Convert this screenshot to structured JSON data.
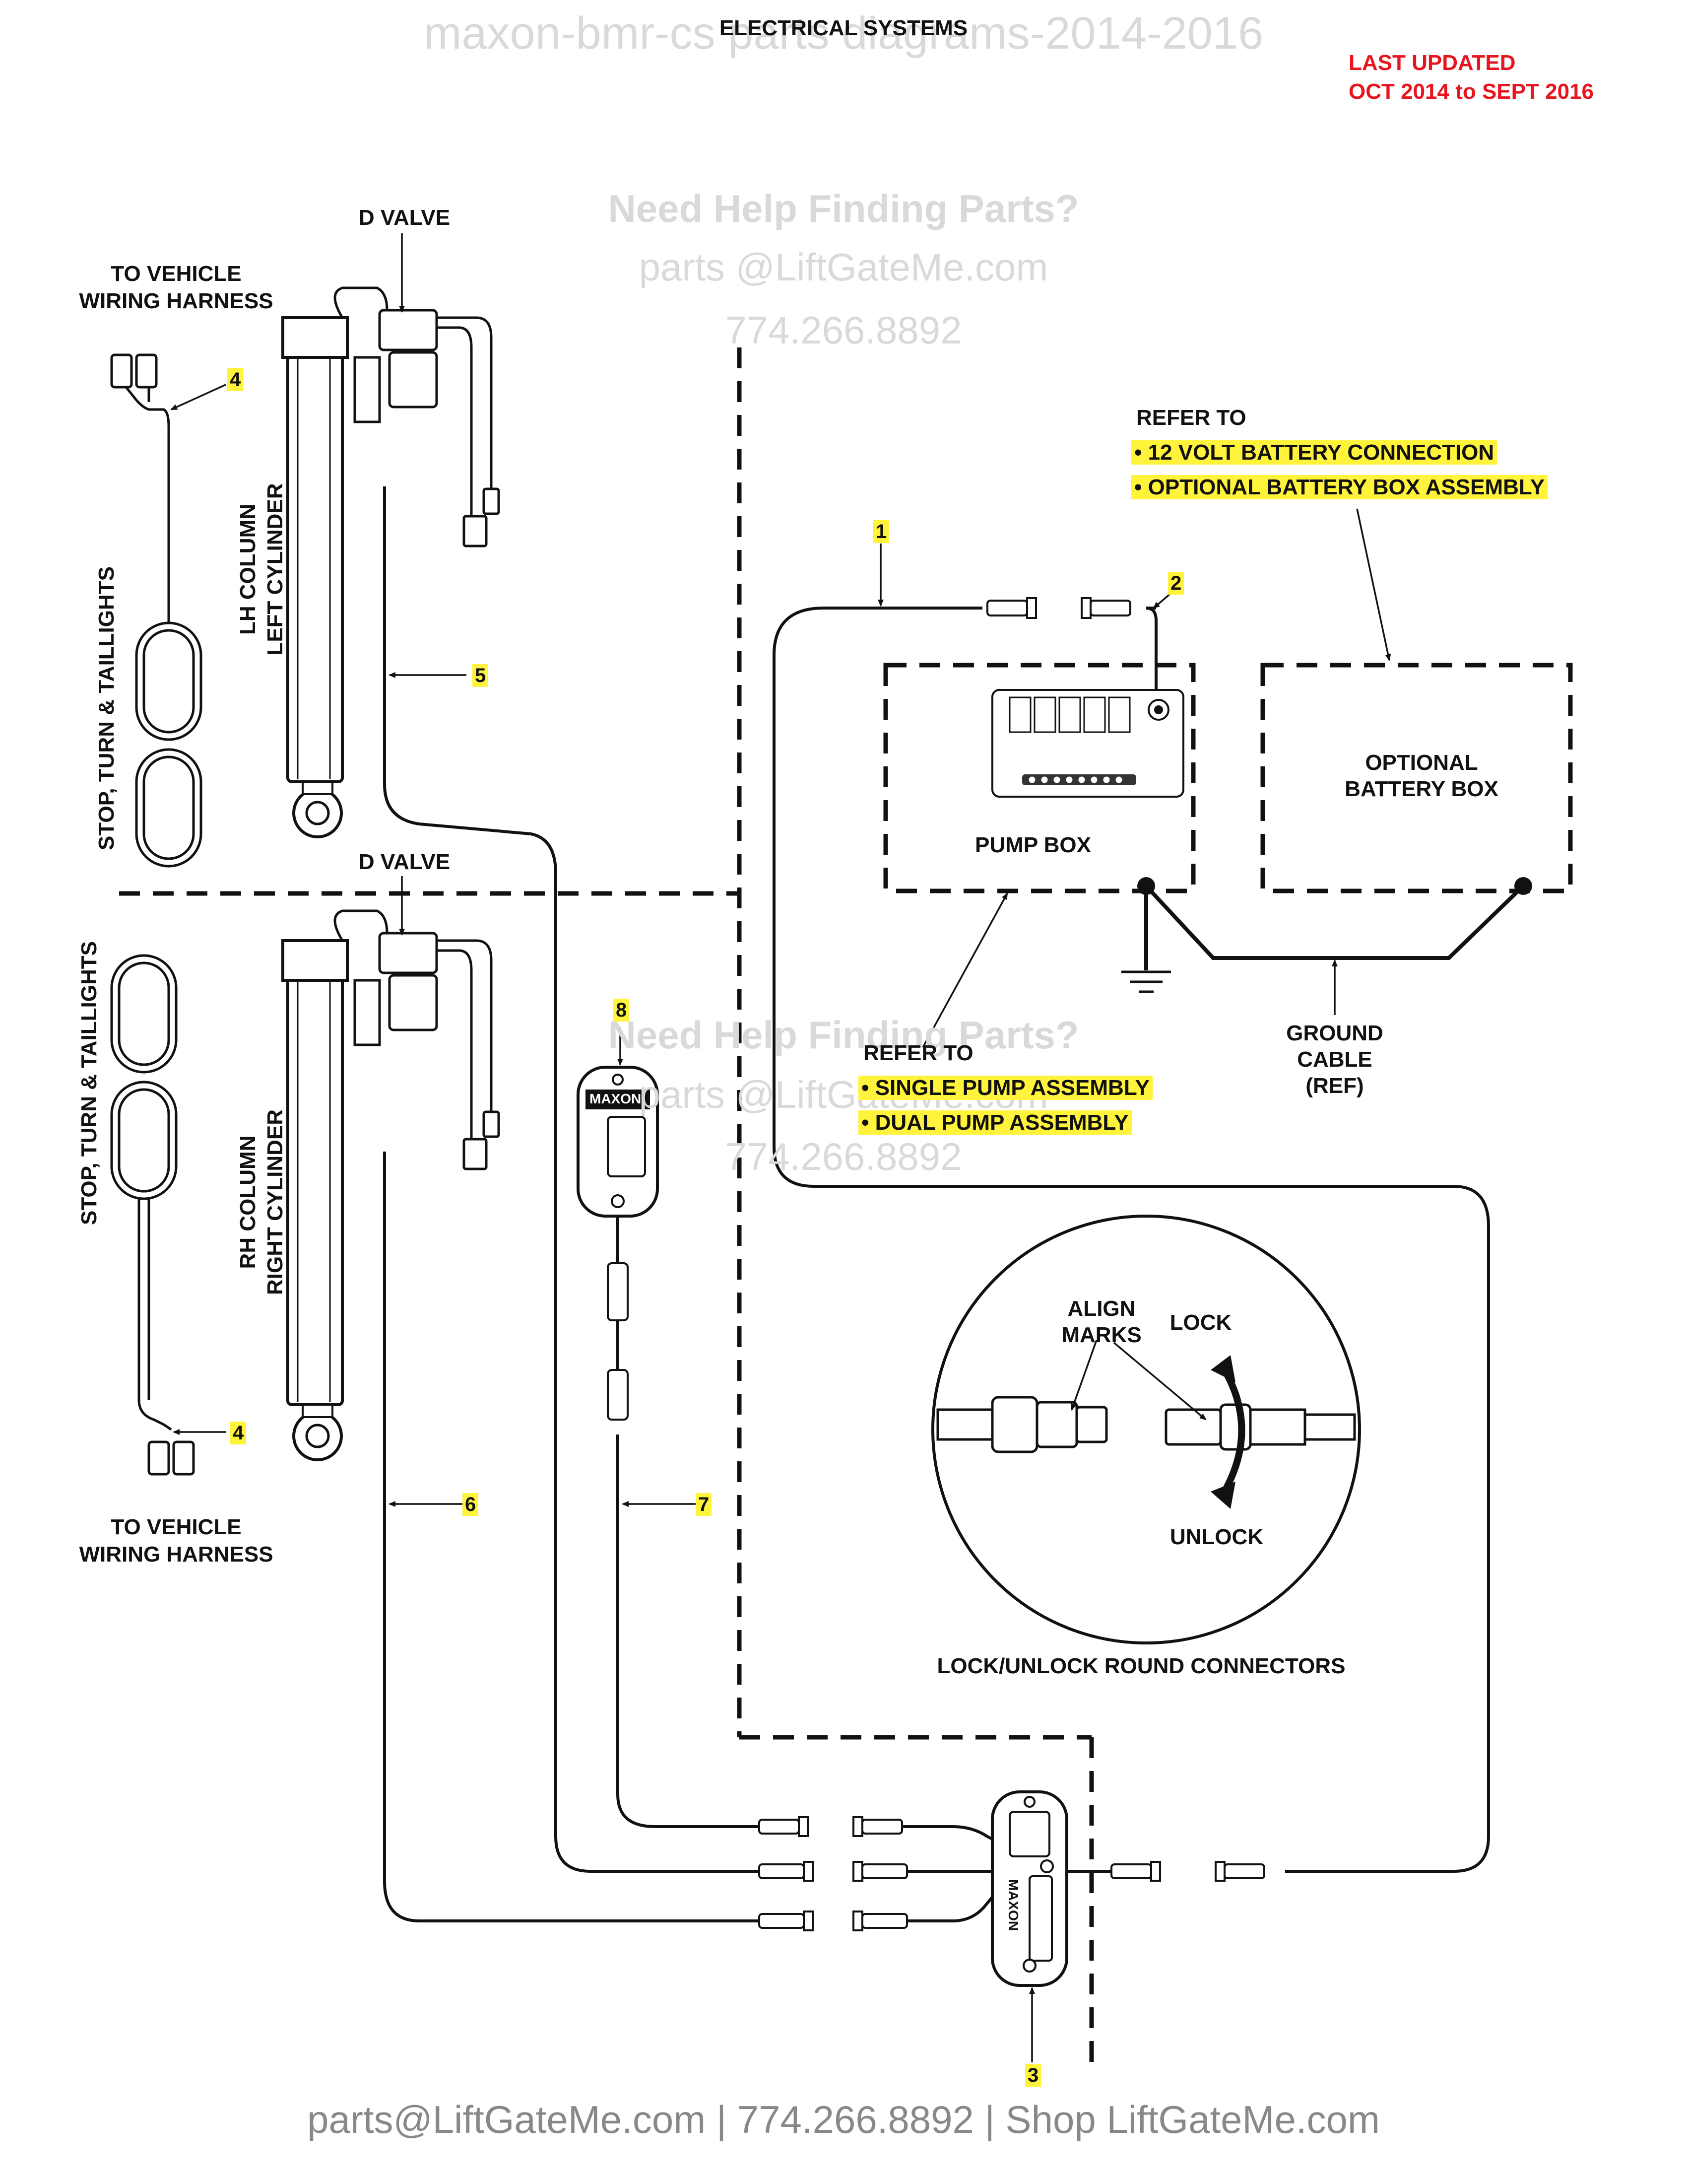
{
  "page": {
    "title": "ELECTRICAL SYSTEMS",
    "last_updated_line1": "LAST UPDATED",
    "last_updated_line2": "OCT 2014 to SEPT 2016"
  },
  "watermark": {
    "top_text": "maxon-bmr-cs parts diagrams-2014-2016",
    "help_heading": "Need Help Finding Parts?",
    "help_email": "parts @LiftGateMe.com",
    "help_phone": "774.266.8892"
  },
  "labels": {
    "d_valve_top": "D VALVE",
    "d_valve_bottom": "D VALVE",
    "to_vehicle_top_1": "TO VEHICLE",
    "to_vehicle_top_2": "WIRING HARNESS",
    "to_vehicle_bottom_1": "TO VEHICLE",
    "to_vehicle_bottom_2": "WIRING HARNESS",
    "lights_top": "STOP, TURN & TAILLIGHTS",
    "lights_bottom": "STOP, TURN & TAILLIGHTS",
    "lh_column_1": "LH COLUMN",
    "lh_column_2": "LEFT CYLINDER",
    "rh_column_1": "RH COLUMN",
    "rh_column_2": "RIGHT CYLINDER",
    "refer_to_top": "REFER TO",
    "refer_battery_1": "•   12 VOLT BATTERY CONNECTION",
    "refer_battery_2": "•   OPTIONAL BATTERY BOX ASSEMBLY",
    "refer_to_bottom": "REFER TO",
    "refer_pump_1": "•   SINGLE PUMP ASSEMBLY",
    "refer_pump_2": "•   DUAL PUMP ASSEMBLY",
    "pump_box": "PUMP BOX",
    "optional_battery_1": "OPTIONAL",
    "optional_battery_2": "BATTERY BOX",
    "ground_1": "GROUND",
    "ground_2": "CABLE",
    "ground_3": "(REF)",
    "align_1": "ALIGN",
    "align_2": "MARKS",
    "lock": "LOCK",
    "unlock": "UNLOCK",
    "connectors_caption": "LOCK/UNLOCK ROUND CONNECTORS",
    "maxon_logo": "MAXON"
  },
  "callouts": {
    "n1": "1",
    "n2": "2",
    "n3": "3",
    "n4a": "4",
    "n4b": "4",
    "n5": "5",
    "n6": "6",
    "n7": "7",
    "n8": "8"
  },
  "footer": {
    "text": "parts@LiftGateMe.com | 774.266.8892 | Shop LiftGateMe.com"
  },
  "colors": {
    "highlight": "#fff33b",
    "last_updated": "#e8141e",
    "line": "#111111",
    "watermark": "#d9d9d9",
    "footer": "#888888"
  }
}
